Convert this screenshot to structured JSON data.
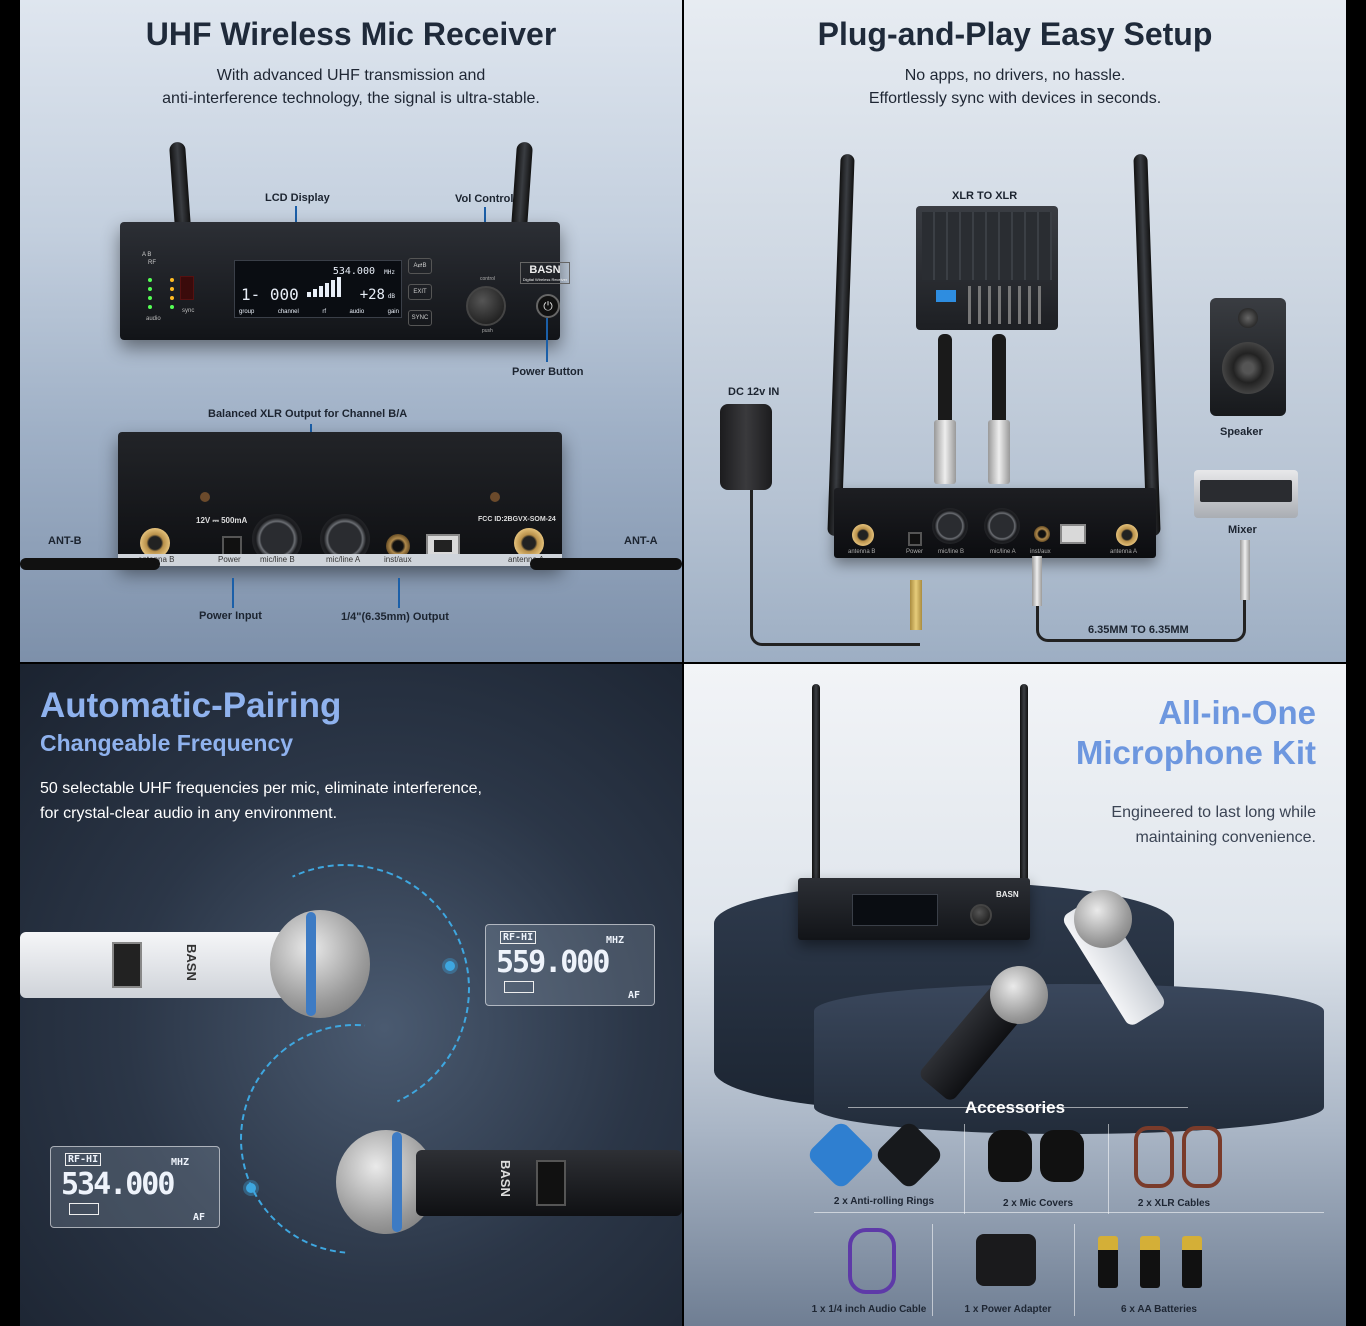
{
  "colors": {
    "accent_blue": "#1b5fa8",
    "light_blue": "#3ea7e0",
    "title_gradient": "#7fa4e6"
  },
  "p1": {
    "title": "UHF Wireless Mic Receiver",
    "subtitle_line1": "With advanced UHF transmission and",
    "subtitle_line2": "anti-interference technology, the signal is ultra-stable.",
    "labels": {
      "lcd_display": "LCD Display",
      "vol_control": "Vol Control",
      "power_button": "Power Button",
      "balanced_xlr": "Balanced XLR Output for Channel B/A",
      "ant_b": "ANT-B",
      "ant_a": "ANT-A",
      "power_input": "Power Input",
      "quarter_output": "1/4\"(6.35mm) Output"
    },
    "front": {
      "brand": "BASN",
      "brand_sub": "Digital Wireless Receiver",
      "lcd_freq": "534.000",
      "lcd_unit": "MHz",
      "lcd_channel": "1- 000",
      "lcd_gain": "+28",
      "lcd_db": "dB",
      "lcd_row": [
        "group",
        "channel",
        "rf",
        "audio",
        "gain"
      ],
      "btn_ab": "A⇄B",
      "btn_exit": "EXIT",
      "btn_sync": "SYNC",
      "rf_label": "A    B",
      "rf_row": "RF",
      "audio": "audio",
      "sync": "sync",
      "control": "control",
      "push": "push"
    },
    "back": {
      "voltage": "12V ⎓ 500mA",
      "fcc": "FCC ID:2BGVX-SOM-24",
      "strip": [
        "antenna B",
        "Power",
        "mic/line B",
        "mic/line A",
        "inst/aux",
        "",
        "antenna A"
      ]
    }
  },
  "p2": {
    "title": "Plug-and-Play Easy Setup",
    "subtitle_line1": "No apps, no drivers, no hassle.",
    "subtitle_line2": "Effortlessly sync with devices in seconds.",
    "labels": {
      "xlr_to_xlr": "XLR TO XLR",
      "dc_in": "DC 12v IN",
      "speaker": "Speaker",
      "mixer": "Mixer",
      "jack_to_jack": "6.35MM TO 6.35MM"
    },
    "strip": [
      "antenna B",
      "Power",
      "mic/line B",
      "mic/line A",
      "inst/aux",
      "",
      "antenna A"
    ]
  },
  "p3": {
    "title": "Automatic-Pairing",
    "subtitle": "Changeable Frequency",
    "body_line1": "50 selectable UHF frequencies per mic, eliminate interference,",
    "body_line2": "for crystal-clear audio in any environment.",
    "lcd_top": {
      "rf": "RF-HI",
      "unit": "MHZ",
      "freq": "559.000",
      "af": "AF"
    },
    "lcd_bottom": {
      "rf": "RF-HI",
      "unit": "MHZ",
      "freq": "534.000",
      "af": "AF"
    },
    "mic_brand": "BASN"
  },
  "p4": {
    "title_line1": "All-in-One",
    "title_line2": "Microphone Kit",
    "subtitle_line1": "Engineered to last long while",
    "subtitle_line2": "maintaining convenience.",
    "brand": "BASN",
    "accessories_title": "Accessories",
    "accessories": [
      "2 x Anti-rolling Rings",
      "2 x Mic Covers",
      "2 x XLR Cables",
      "1 x 1/4 inch Audio Cable",
      "1 x Power Adapter",
      "6 x AA Batteries"
    ]
  }
}
